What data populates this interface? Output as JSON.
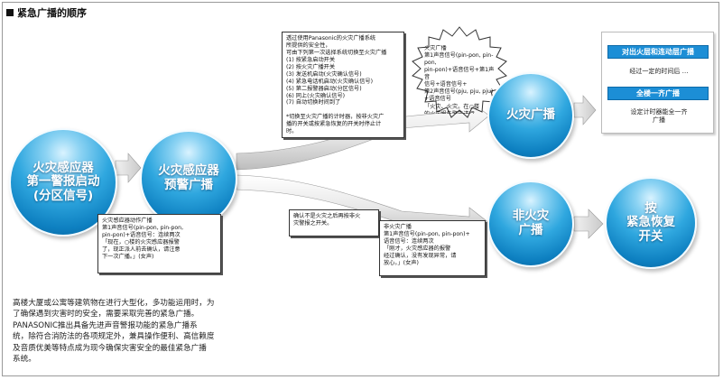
{
  "heading": "紧急广播的顺序",
  "circles": {
    "c1": "火灾感应器\n第一警报启动\n(分区信号)",
    "c2": "火灾感应器\n预警广播",
    "c3": "火灾广播",
    "c4": "非火灾\n广播",
    "c5": "按\n紧急恢复\n开关"
  },
  "notes": {
    "top_center": "透过使用Panasonic的火灾广播系统\n所提供的安全性，\n可由下列第一次选择系统切换至火灾广播\n(1) 按紧急启动开关\n(2) 按火灾广播开关\n(3) 发送机启动(火灾确认信号)\n(4) 紧急电话机启动(火灾确认信号)\n(5) 第二报警器启动(分区信号)\n(6) 同上(火灾确认信号)\n(7) 自动切换时间到了\n\n*切换至火灾广播的计时器，按非火灾广\n播的开关或按紧急恢复的开关时停止计\n时。",
    "bottom_left": "火灾感应器动作广播\n第1声音信号(pin-pon, pin-pon,\npin-pon)+语音信号：连续两次\n「现在，○楼的火灾感应器报警\n了，现正派人前去确认，请注意\n下一次广播。」(女声)",
    "mid_center": "确认不是火灾之后再按非火\n灾警报之开关。",
    "bottom_right": "非火灾广播\n第1声音信号(pin-pon, pin-pon)+\n语音信号：连续两次\n「刚才，火灾感应器的报警\n经过确认，没有发现异常，请\n放心。」(女声)",
    "burst": "火灾广播\n第1声音信号(pin-pon, pin-pon,\npin-pon)+语音信号+第1声音\n信号+语音信号+\n第2声音信号(pju, pju, pju)\n+语音信号\n「火灾、火灾。在○楼\n的火灾报告警告进行\n疏散避难。」(男声)"
  },
  "right_panel": {
    "btn1": "对出火层和连动层广播",
    "text1": "经过一定的时间后 …",
    "btn2": "全楼一齐广播",
    "text2": "设定计时器能全一齐\n广播"
  },
  "intro": "高楼大厦或公寓等建筑物在进行大型化，多功能运用时，为\n了确保遇到灾害时的安全，需要采取完善的紧急广播。\nPANASONIC推出具备先进声音警报功能的紧急广播系\n统，除符合消防法的各项规定外，兼具操作便利、高信赖度\n及音质优美等特点成为现今确保灾害安全的最佳紧急广播\n系统。"
}
